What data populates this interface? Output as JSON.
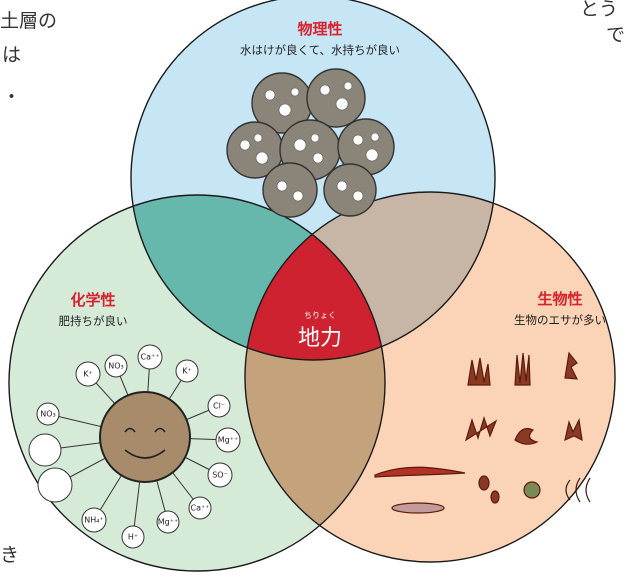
{
  "fragments": {
    "left": [
      "土層の",
      "は",
      "・",
      "き"
    ],
    "right": [
      "とう",
      "で"
    ]
  },
  "circles": {
    "physical": {
      "title": "物理性",
      "subtitle": "水はけが良くて、水持ちが良い",
      "color": "#c6e6f6"
    },
    "chemical": {
      "title": "化学性",
      "subtitle": "肥持ちが良い",
      "color": "#d6ead8"
    },
    "biological": {
      "title": "生物性",
      "subtitle": "生物のエサが多い",
      "color": "#fbd3b6"
    }
  },
  "center": {
    "ruby": "ちりょく",
    "label": "地力",
    "color": "#cf2230"
  },
  "ions": [
    "NO₃",
    "Ca⁺⁺",
    "K⁺",
    "K⁺",
    "Cl⁻",
    "Mg⁺⁺",
    "SO⁻",
    "Ca⁺⁺",
    "Mg⁺⁺",
    "H⁺",
    "NH₄⁺",
    "NO₃"
  ]
}
